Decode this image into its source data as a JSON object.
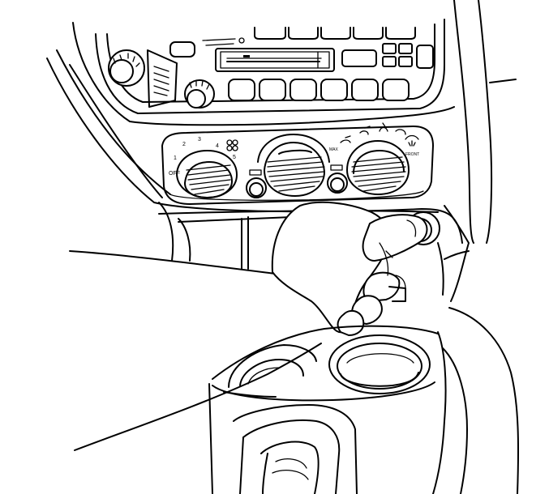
{
  "fan_knob": {
    "scale": [
      "OFF",
      "1",
      "2",
      "3",
      "4",
      "5"
    ]
  },
  "mode_knob": {
    "label": "MAX"
  },
  "defrost": {
    "label": "FRONT"
  },
  "colors": {
    "line": "#000000",
    "background": "#ffffff"
  }
}
